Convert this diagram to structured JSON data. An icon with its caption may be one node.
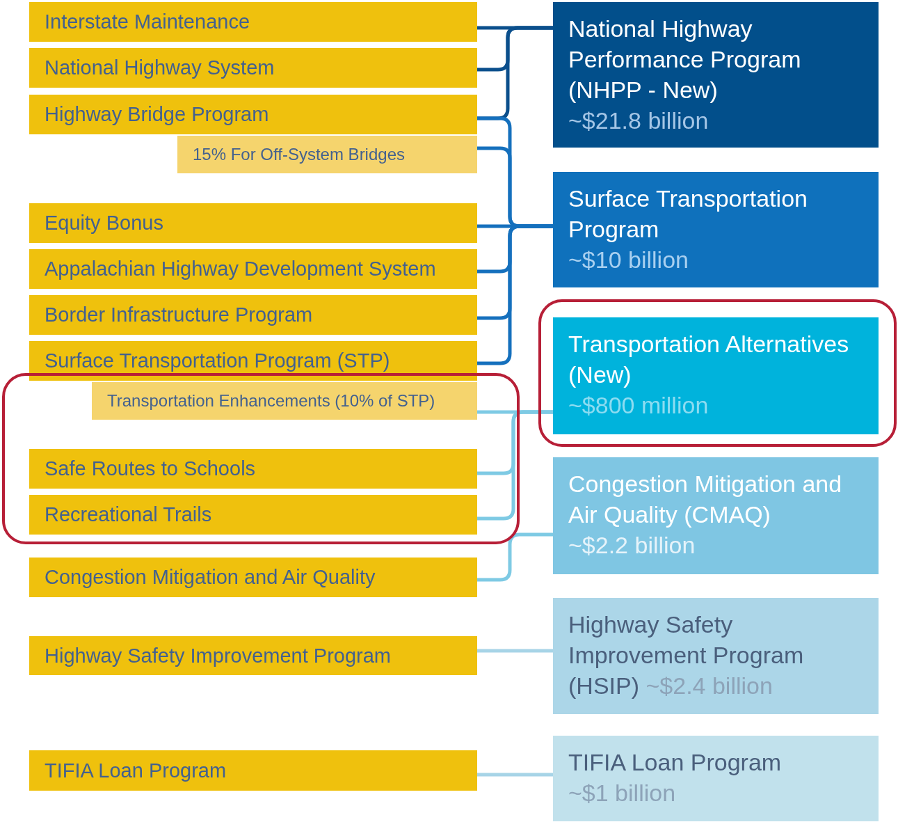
{
  "diagram": {
    "nodes": [
      {
        "text": [
          "Interstate Maintenance"
        ]
      },
      {
        "text": [
          "National Highway System"
        ]
      },
      {
        "text": [
          "Highway Bridge Program"
        ]
      },
      {
        "text": [
          "15% For Off-System Bridges"
        ]
      },
      {
        "text": [
          "Equity Bonus"
        ]
      },
      {
        "text": [
          "Appalachian Highway Development System"
        ]
      },
      {
        "text": [
          "Border Infrastructure Program"
        ]
      },
      {
        "text": [
          "Surface Transportation Program (STP)"
        ]
      },
      {
        "text": [
          "Transportation Enhancements (10% of STP)"
        ]
      },
      {
        "text": [
          "Safe Routes to Schools"
        ]
      },
      {
        "text": [
          "Recreational Trails"
        ]
      },
      {
        "text": [
          "Congestion Mitigation and Air Quality"
        ]
      },
      {
        "text": [
          "Highway Safety Improvement Program"
        ]
      },
      {
        "text": [
          "TIFIA Loan Program"
        ]
      },
      {
        "text": [
          "National Highway Performance Program (NHPP - New)",
          "~$21.8 billion"
        ]
      },
      {
        "text": [
          "Surface Transportation Program",
          "~$10 billion"
        ]
      },
      {
        "text": [
          "Transportation Alternatives (New)",
          "~$800 million"
        ]
      },
      {
        "text": [
          "Congestion Mitigation and Air Quality (CMAQ)",
          "~$2.2 billion"
        ]
      },
      {
        "text": [
          "Highway Safety Improvement Program (HSIP)",
          "~$2.4 billion"
        ]
      },
      {
        "text": [
          "TIFIA Loan Program",
          "~$1 billion"
        ]
      }
    ],
    "edges": [
      {
        "from": 0,
        "to": 14,
        "arrow": "none",
        "color": "#0b4f8c"
      },
      {
        "from": 1,
        "to": 14,
        "arrow": "none",
        "color": "#0b4f8c"
      },
      {
        "from": 2,
        "to": 14,
        "arrow": "none",
        "color": "#0b4f8c"
      },
      {
        "from": 2,
        "to": 15,
        "arrow": "none",
        "color": "#1570bd"
      },
      {
        "from": 3,
        "to": 15,
        "arrow": "none",
        "color": "#1570bd"
      },
      {
        "from": 4,
        "to": 15,
        "arrow": "none",
        "color": "#1570bd"
      },
      {
        "from": 5,
        "to": 15,
        "arrow": "none",
        "color": "#1570bd"
      },
      {
        "from": 6,
        "to": 15,
        "arrow": "none",
        "color": "#1570bd"
      },
      {
        "from": 7,
        "to": 15,
        "arrow": "none",
        "color": "#1570bd"
      },
      {
        "from": 8,
        "to": 16,
        "arrow": "none",
        "color": "#7ecae4"
      },
      {
        "from": 9,
        "to": 16,
        "arrow": "none",
        "color": "#7ecae4"
      },
      {
        "from": 10,
        "to": 16,
        "arrow": "none",
        "color": "#7ecae4"
      },
      {
        "from": 11,
        "to": 17,
        "arrow": "none",
        "color": "#7ecae4"
      },
      {
        "from": 12,
        "to": 18,
        "arrow": "none",
        "color": "#a7d4e7"
      },
      {
        "from": 13,
        "to": 19,
        "arrow": "none",
        "color": "#a7d4e7"
      }
    ]
  }
}
